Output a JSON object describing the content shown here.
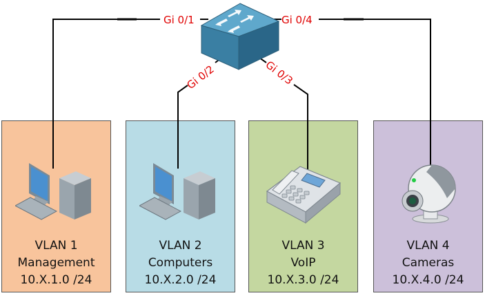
{
  "switch": {
    "name": "switch-icon"
  },
  "ports": [
    {
      "label": "Gi 0/1"
    },
    {
      "label": "Gi 0/2"
    },
    {
      "label": "Gi 0/3"
    },
    {
      "label": "Gi 0/4"
    }
  ],
  "vlans": [
    {
      "title": "VLAN 1",
      "name": "Management",
      "subnet": "10.X.1.0 /24",
      "color": "#f8c49c",
      "device": "computer-icon"
    },
    {
      "title": "VLAN 2",
      "name": "Computers",
      "subnet": "10.X.2.0 /24",
      "color": "#b8dce6",
      "device": "computer-icon"
    },
    {
      "title": "VLAN 3",
      "name": "VoIP",
      "subnet": "10.X.3.0 /24",
      "color": "#c4d7a0",
      "device": "ip-phone-icon"
    },
    {
      "title": "VLAN 4",
      "name": "Cameras",
      "subnet": "10.X.4.0 /24",
      "color": "#ccc0da",
      "device": "webcam-icon"
    }
  ],
  "colors": {
    "port_label": "#e00000",
    "wire": "#000000"
  }
}
